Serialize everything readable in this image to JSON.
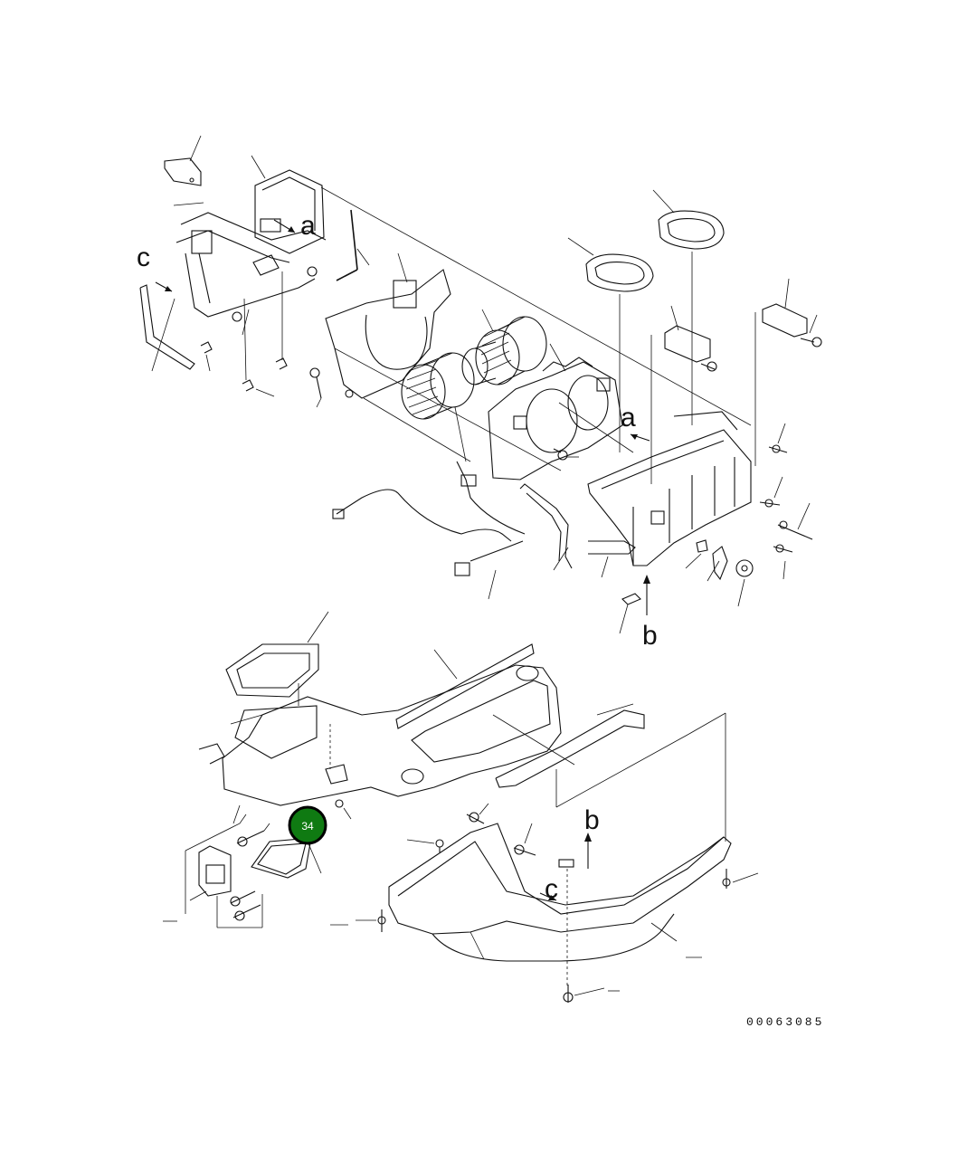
{
  "diagram": {
    "drawing_number": "00063085",
    "view_labels": [
      "a",
      "a",
      "b",
      "b",
      "c",
      "c"
    ],
    "highlighted_callout": {
      "number": "34",
      "color": "#0f7a12",
      "border_color": "#000000"
    }
  }
}
